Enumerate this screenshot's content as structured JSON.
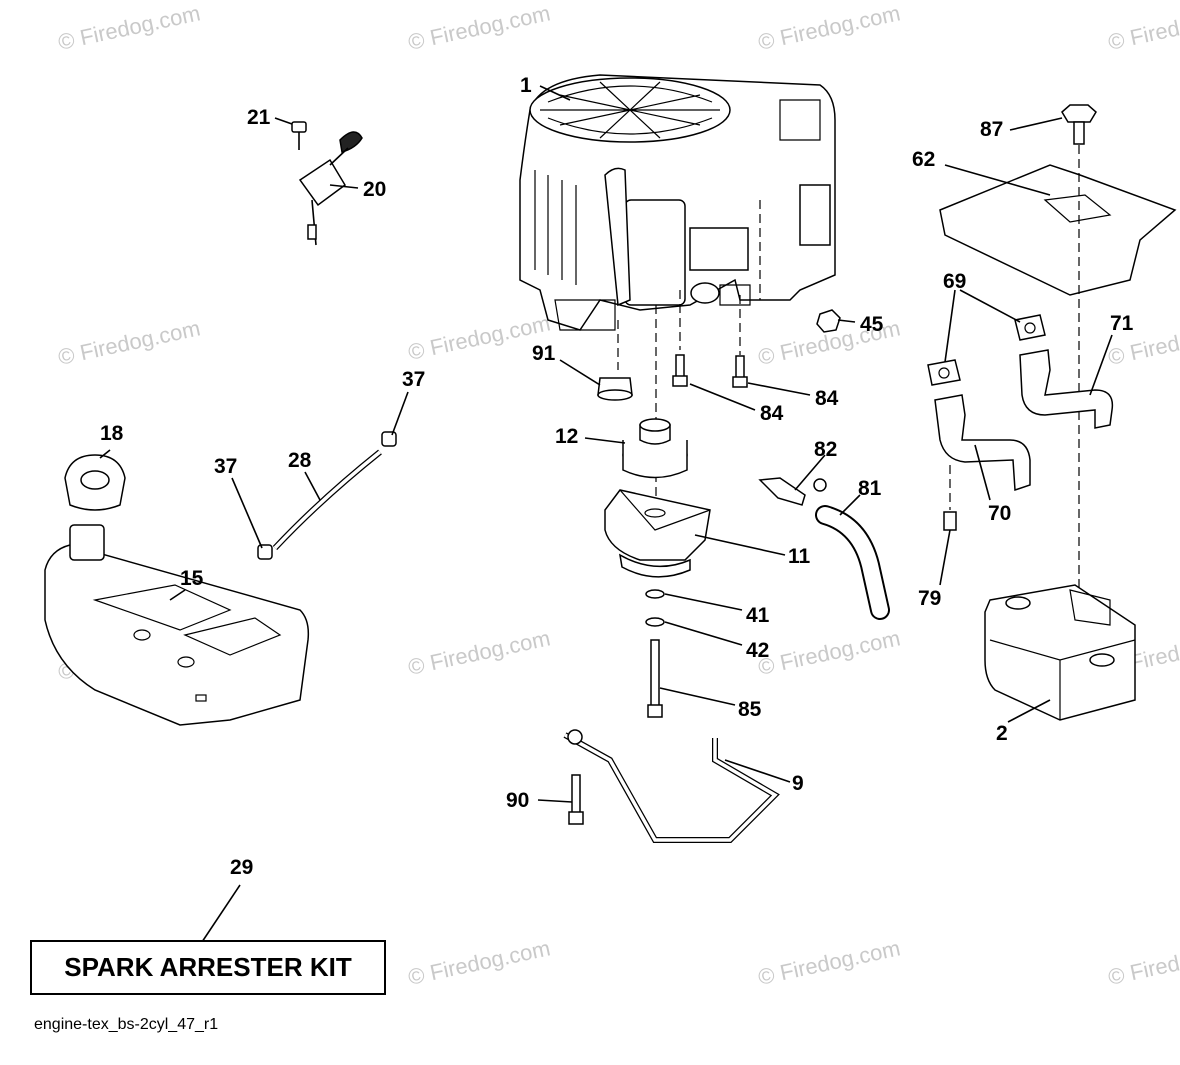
{
  "watermark": "© Firedog.com",
  "callouts": [
    {
      "id": "c1",
      "text": "1"
    },
    {
      "id": "c21",
      "text": "21"
    },
    {
      "id": "c20",
      "text": "20"
    },
    {
      "id": "c87",
      "text": "87"
    },
    {
      "id": "c62",
      "text": "62"
    },
    {
      "id": "c69",
      "text": "69"
    },
    {
      "id": "c71",
      "text": "71"
    },
    {
      "id": "c45",
      "text": "45"
    },
    {
      "id": "c91",
      "text": "91"
    },
    {
      "id": "c84a",
      "text": "84"
    },
    {
      "id": "c84b",
      "text": "84"
    },
    {
      "id": "c37a",
      "text": "37"
    },
    {
      "id": "c37b",
      "text": "37"
    },
    {
      "id": "c18",
      "text": "18"
    },
    {
      "id": "c28",
      "text": "28"
    },
    {
      "id": "c12",
      "text": "12"
    },
    {
      "id": "c82",
      "text": "82"
    },
    {
      "id": "c81",
      "text": "81"
    },
    {
      "id": "c70",
      "text": "70"
    },
    {
      "id": "c11",
      "text": "11"
    },
    {
      "id": "c15",
      "text": "15"
    },
    {
      "id": "c79",
      "text": "79"
    },
    {
      "id": "c41",
      "text": "41"
    },
    {
      "id": "c42",
      "text": "42"
    },
    {
      "id": "c85",
      "text": "85"
    },
    {
      "id": "c2",
      "text": "2"
    },
    {
      "id": "c9",
      "text": "9"
    },
    {
      "id": "c90",
      "text": "90"
    },
    {
      "id": "c29",
      "text": "29"
    }
  ],
  "kit_label": "SPARK ARRESTER KIT",
  "caption": "engine-tex_bs-2cyl_47_r1"
}
